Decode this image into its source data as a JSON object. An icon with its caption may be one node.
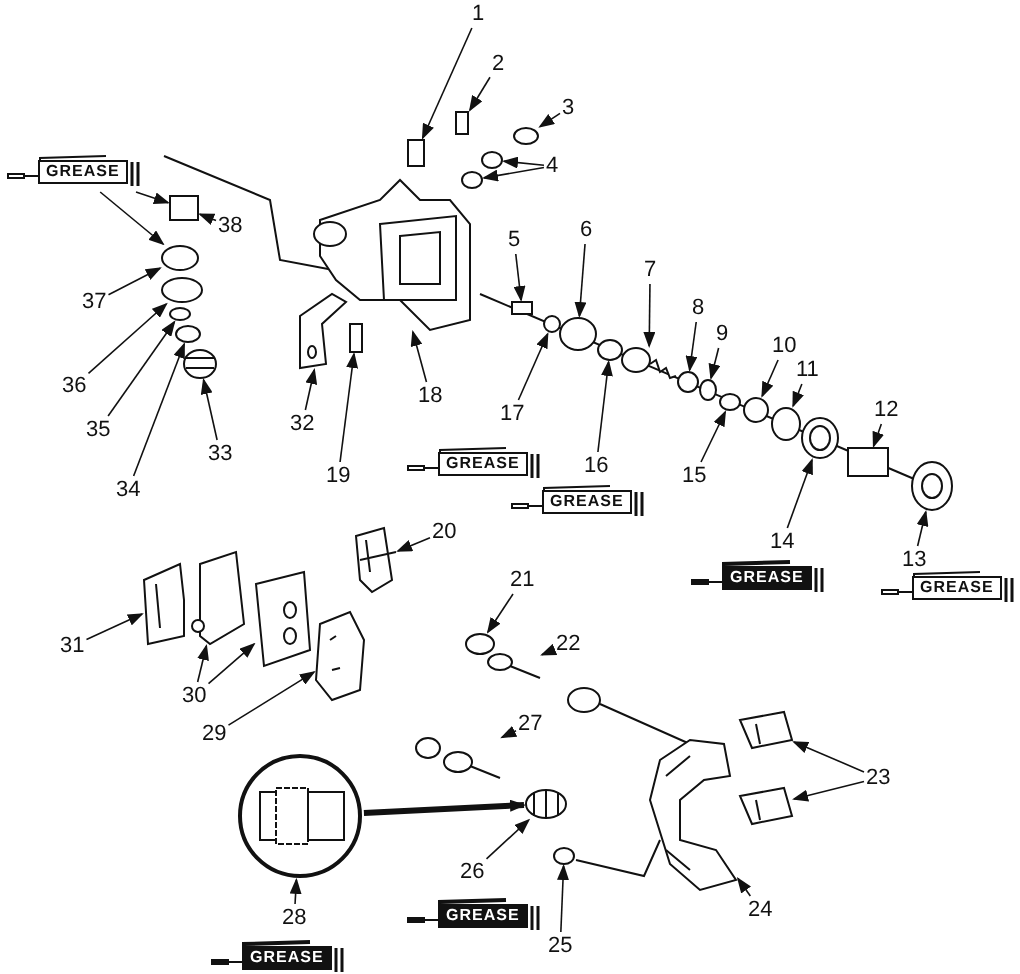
{
  "diagram": {
    "nodes": [
      {
        "text": [
          "1"
        ]
      },
      {
        "text": [
          "2"
        ]
      },
      {
        "text": [
          "3"
        ]
      },
      {
        "text": [
          "4"
        ]
      },
      {
        "text": [
          "5"
        ]
      },
      {
        "text": [
          "6"
        ]
      },
      {
        "text": [
          "7"
        ]
      },
      {
        "text": [
          "8"
        ]
      },
      {
        "text": [
          "9"
        ]
      },
      {
        "text": [
          "10"
        ]
      },
      {
        "text": [
          "11"
        ]
      },
      {
        "text": [
          "12"
        ]
      },
      {
        "text": [
          "13"
        ]
      },
      {
        "text": [
          "14"
        ]
      },
      {
        "text": [
          "15"
        ]
      },
      {
        "text": [
          "16"
        ]
      },
      {
        "text": [
          "17"
        ]
      },
      {
        "text": [
          "18"
        ]
      },
      {
        "text": [
          "19"
        ]
      },
      {
        "text": [
          "20"
        ]
      },
      {
        "text": [
          "21"
        ]
      },
      {
        "text": [
          "22"
        ]
      },
      {
        "text": [
          "23"
        ]
      },
      {
        "text": [
          "24"
        ]
      },
      {
        "text": [
          "25"
        ]
      },
      {
        "text": [
          "26"
        ]
      },
      {
        "text": [
          "27"
        ]
      },
      {
        "text": [
          "28"
        ]
      },
      {
        "text": [
          "29"
        ]
      },
      {
        "text": [
          "30"
        ]
      },
      {
        "text": [
          "31"
        ]
      },
      {
        "text": [
          "32"
        ]
      },
      {
        "text": [
          "33"
        ]
      },
      {
        "text": [
          "34"
        ]
      },
      {
        "text": [
          "35"
        ]
      },
      {
        "text": [
          "36"
        ]
      },
      {
        "text": [
          "37"
        ]
      },
      {
        "text": [
          "38"
        ]
      },
      {
        "text": [
          "GREASE"
        ]
      },
      {
        "text": [
          "GREASE"
        ]
      },
      {
        "text": [
          "GREASE"
        ]
      },
      {
        "text": [
          "GREASE"
        ]
      },
      {
        "text": [
          "GREASE"
        ]
      },
      {
        "text": [
          "GREASE"
        ]
      },
      {
        "text": [
          "GREASE"
        ]
      },
      {
        "text": [],
        "shape": "picture"
      },
      {
        "text": [],
        "shape": "box"
      },
      {
        "text": [],
        "shape": "box"
      },
      {
        "text": [],
        "shape": "circle"
      },
      {
        "text": [],
        "shape": "circle"
      },
      {
        "text": [],
        "shape": "circle"
      },
      {
        "text": [],
        "shape": "box"
      },
      {
        "text": [],
        "shape": "circle"
      },
      {
        "text": [],
        "shape": "picture"
      },
      {
        "text": [],
        "shape": "circle"
      },
      {
        "text": [],
        "shape": "circle"
      },
      {
        "text": [],
        "shape": "circle"
      },
      {
        "text": [],
        "shape": "circle"
      },
      {
        "text": [],
        "shape": "box"
      },
      {
        "text": [],
        "shape": "picture"
      },
      {
        "text": [],
        "shape": "picture"
      },
      {
        "text": [],
        "shape": "circle"
      },
      {
        "text": [],
        "shape": "circle"
      },
      {
        "text": [],
        "shape": "circle"
      },
      {
        "text": [],
        "shape": "picture"
      },
      {
        "text": [],
        "shape": "box"
      },
      {
        "text": [],
        "shape": "picture"
      },
      {
        "text": [],
        "shape": "circle"
      },
      {
        "text": [],
        "shape": "picture"
      },
      {
        "text": [],
        "shape": "picture"
      },
      {
        "text": [],
        "shape": "picture"
      },
      {
        "text": [],
        "shape": "picture"
      },
      {
        "text": [],
        "shape": "circle"
      },
      {
        "text": [],
        "shape": "picture"
      },
      {
        "text": [],
        "shape": "picture"
      },
      {
        "text": [],
        "shape": "picture"
      },
      {
        "text": [],
        "shape": "picture"
      },
      {
        "text": [],
        "shape": "picture"
      },
      {
        "text": [],
        "shape": "picture"
      },
      {
        "text": [],
        "shape": "picture"
      },
      {
        "text": [],
        "shape": "picture"
      },
      {
        "text": [],
        "shape": "circle"
      },
      {
        "text": [],
        "shape": "circle"
      },
      {
        "text": [],
        "shape": "circle"
      },
      {
        "text": [],
        "shape": "circle"
      },
      {
        "text": [],
        "shape": "box"
      }
    ],
    "edges": [
      {
        "from": 0,
        "to": 46,
        "arrow": "to"
      },
      {
        "from": 1,
        "to": 47,
        "arrow": "to"
      },
      {
        "from": 2,
        "to": 48,
        "arrow": "to"
      },
      {
        "from": 3,
        "to": 49,
        "arrow": "to"
      },
      {
        "from": 3,
        "to": 50,
        "arrow": "to"
      },
      {
        "from": 4,
        "to": 51,
        "arrow": "to"
      },
      {
        "from": 5,
        "to": 52,
        "arrow": "to"
      },
      {
        "from": 6,
        "to": 53,
        "arrow": "to"
      },
      {
        "from": 7,
        "to": 54,
        "arrow": "to"
      },
      {
        "from": 8,
        "to": 55,
        "arrow": "to"
      },
      {
        "from": 9,
        "to": 56,
        "arrow": "to"
      },
      {
        "from": 10,
        "to": 57,
        "arrow": "to"
      },
      {
        "from": 11,
        "to": 58,
        "arrow": "to"
      },
      {
        "from": 12,
        "to": 59,
        "arrow": "to"
      },
      {
        "from": 13,
        "to": 60,
        "arrow": "to"
      },
      {
        "from": 14,
        "to": 61,
        "arrow": "to"
      },
      {
        "from": 15,
        "to": 62,
        "arrow": "to"
      },
      {
        "from": 16,
        "to": 63,
        "arrow": "to"
      },
      {
        "from": 17,
        "to": 64,
        "arrow": "to"
      },
      {
        "from": 18,
        "to": 65,
        "arrow": "to"
      },
      {
        "from": 19,
        "to": 66,
        "arrow": "to"
      },
      {
        "from": 20,
        "to": 67,
        "arrow": "to"
      },
      {
        "from": 21,
        "to": 68,
        "arrow": "to"
      },
      {
        "from": 22,
        "to": 69,
        "arrow": "to"
      },
      {
        "from": 22,
        "to": 70,
        "arrow": "to"
      },
      {
        "from": 23,
        "to": 71,
        "arrow": "to"
      },
      {
        "from": 24,
        "to": 72,
        "arrow": "to"
      },
      {
        "from": 25,
        "to": 73,
        "arrow": "to"
      },
      {
        "from": 26,
        "to": 74,
        "arrow": "to"
      },
      {
        "from": 27,
        "to": 45,
        "arrow": "to"
      },
      {
        "from": 28,
        "to": 75,
        "arrow": "to"
      },
      {
        "from": 29,
        "to": 76,
        "arrow": "to"
      },
      {
        "from": 29,
        "to": 77,
        "arrow": "to"
      },
      {
        "from": 30,
        "to": 78,
        "arrow": "to"
      },
      {
        "from": 31,
        "to": 79,
        "arrow": "to"
      },
      {
        "from": 32,
        "to": 80,
        "arrow": "to"
      },
      {
        "from": 33,
        "to": 81,
        "arrow": "to"
      },
      {
        "from": 34,
        "to": 82,
        "arrow": "to"
      },
      {
        "from": 35,
        "to": 83,
        "arrow": "to"
      },
      {
        "from": 36,
        "to": 84,
        "arrow": "to"
      },
      {
        "from": 37,
        "to": 85,
        "arrow": "to"
      },
      {
        "from": 38,
        "to": 85,
        "arrow": "to"
      },
      {
        "from": 38,
        "to": 84,
        "arrow": "to"
      },
      {
        "from": 45,
        "to": 73,
        "arrow": "to",
        "style": "thick"
      }
    ]
  }
}
